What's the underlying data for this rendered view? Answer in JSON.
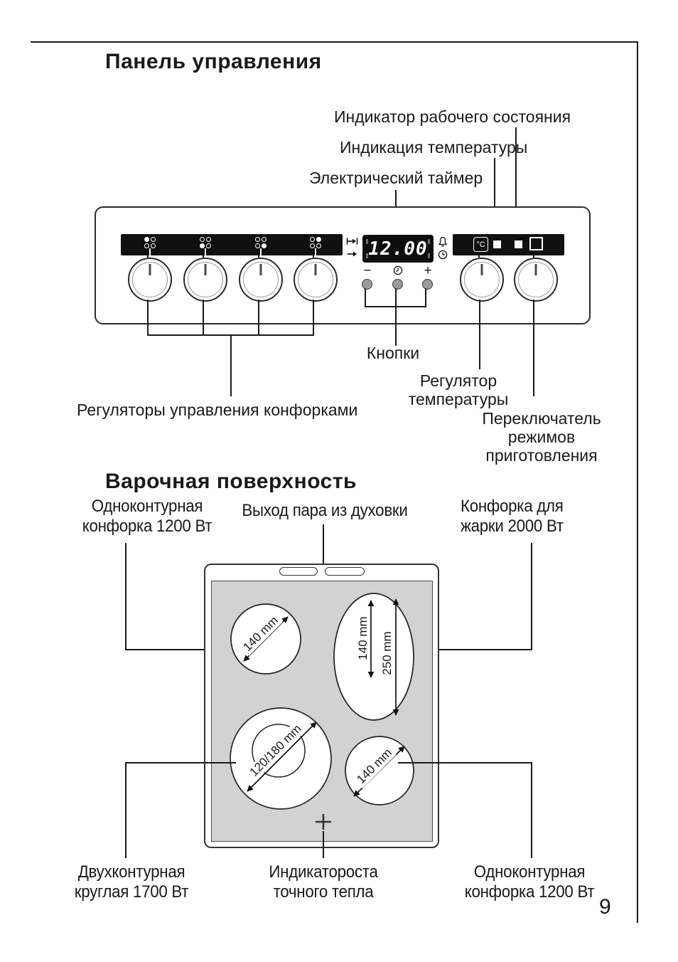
{
  "page": {
    "number": "9"
  },
  "panel": {
    "title": "Панель управления",
    "labels": {
      "status_indicator": "Индикатор рабочего состояния",
      "temperature_display": "Индикация температуры",
      "electric_timer": "Электрический таймер",
      "buttons": "Кнопки",
      "temperature_regulator": "Регулятор\nтемпературы",
      "mode_selector": "Переключатель\nрежимов\nприготовления",
      "burner_controls": "Регуляторы управления конфорками"
    },
    "display": {
      "time": "12.00"
    },
    "symbols": {
      "minus": "−",
      "plus": "+",
      "celsius": "°C"
    },
    "burner_indicators": [
      "top-left",
      "bottom-left",
      "bottom-right",
      "top-right"
    ]
  },
  "cooktop": {
    "title": "Варочная поверхность",
    "labels": {
      "single_burner_top_left": "Одноконтурная\nконфорка 1200 Вт",
      "steam_outlet": "Выход пара из духовки",
      "frying_burner": "Конфорка для\nжарки 2000 Вт",
      "dual_burner": "Двухконтурная\nкруглая 1700 Вт",
      "residual_heat_indicator": "Индикатороста\nточного тепла",
      "single_burner_bottom_right": "Одноконтурная\nконфорка 1200 Вт"
    },
    "dimensions": {
      "top_left": "140 mm",
      "oval_circle": "140 mm",
      "oval_full": "250 mm",
      "dual_zone": "120/180 mm",
      "bottom_right": "140 mm"
    }
  }
}
